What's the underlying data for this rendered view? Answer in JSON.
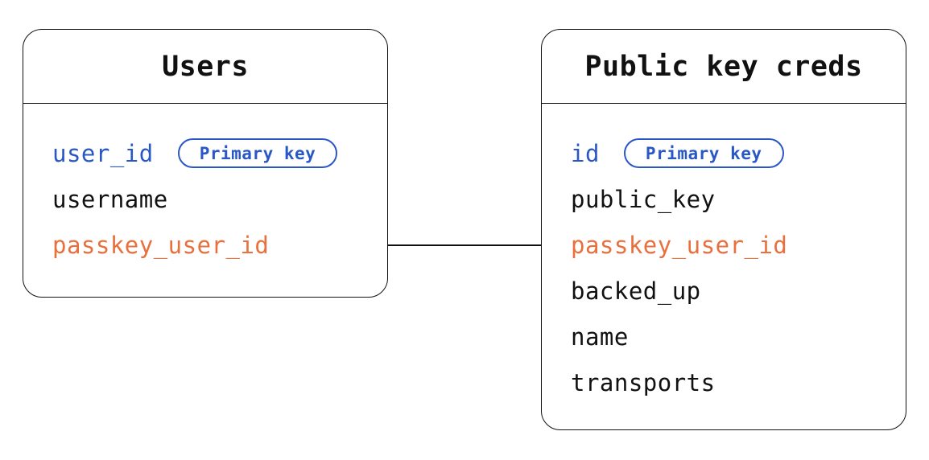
{
  "colors": {
    "blue": "#2a57c6",
    "orange": "#e9703c",
    "ink": "#111111",
    "background": "#ffffff"
  },
  "tables": [
    {
      "name": "Users",
      "fields": [
        {
          "label": "user_id",
          "color": "blue",
          "badge": "Primary key"
        },
        {
          "label": "username",
          "color": "ink"
        },
        {
          "label": "passkey_user_id",
          "color": "orange"
        }
      ]
    },
    {
      "name": "Public key creds",
      "fields": [
        {
          "label": "id",
          "color": "blue",
          "badge": "Primary key"
        },
        {
          "label": "public_key",
          "color": "ink"
        },
        {
          "label": "passkey_user_id",
          "color": "orange"
        },
        {
          "label": "backed_up",
          "color": "ink"
        },
        {
          "label": "name",
          "color": "ink"
        },
        {
          "label": "transports",
          "color": "ink"
        }
      ]
    }
  ],
  "relationship": {
    "from": "Users.passkey_user_id",
    "to": "Public key creds.passkey_user_id"
  }
}
